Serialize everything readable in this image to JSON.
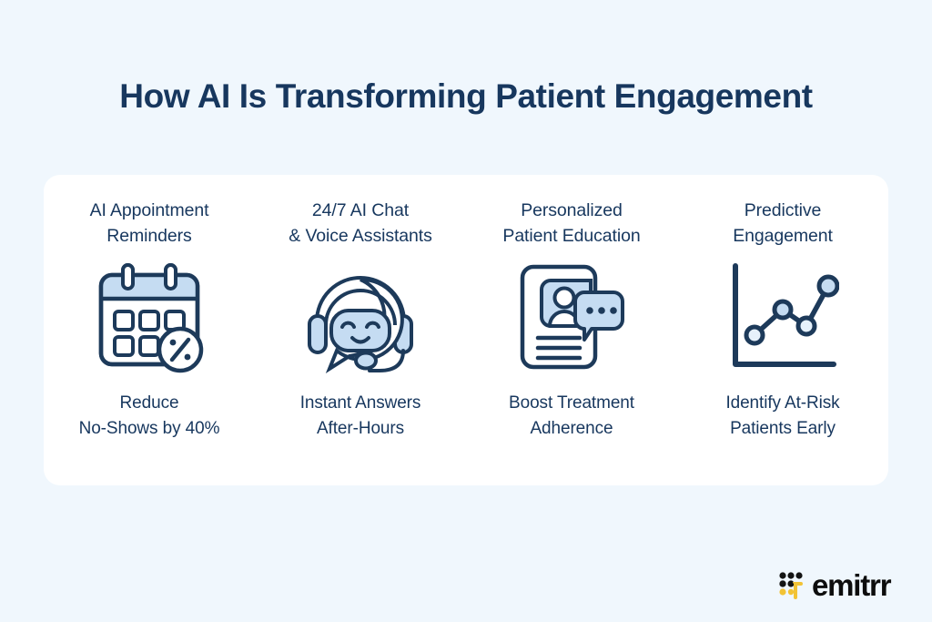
{
  "page": {
    "background_color": "#f0f7fd",
    "title": "How AI Is Transforming Patient Engagement"
  },
  "card": {
    "background_color": "#ffffff",
    "accent_dark": "#1d3a5a",
    "accent_light": "#c5dcf2",
    "columns": [
      {
        "id": "ai-appointment-reminders",
        "heading": "AI Appointment\nReminders",
        "icon": "calendar-percent-icon",
        "caption": "Reduce\nNo-Shows by 40%"
      },
      {
        "id": "ai-chat-voice-assistants",
        "heading": "24/7 AI Chat\n& Voice Assistants",
        "icon": "chatbot-headset-icon",
        "caption": "Instant Answers\nAfter-Hours"
      },
      {
        "id": "personalized-patient-education",
        "heading": "Personalized\nPatient Education",
        "icon": "patient-document-chat-icon",
        "caption": "Boost Treatment\nAdherence"
      },
      {
        "id": "predictive-engagement",
        "heading": "Predictive\nEngagement",
        "icon": "line-chart-icon",
        "caption": "Identify At-Risk\nPatients Early"
      }
    ]
  },
  "brand": {
    "name": "emitrr",
    "mark_icon": "emitrr-dot-grid-logo",
    "mark_dark_color": "#141414",
    "mark_accent_color": "#f2c335"
  }
}
